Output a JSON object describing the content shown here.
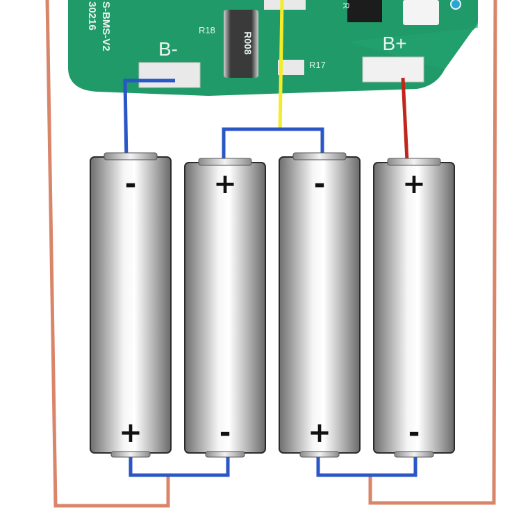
{
  "board": {
    "b_minus": "B-",
    "b_plus": "B+",
    "model": "S-BMS-V2",
    "code": "30216",
    "r18_label": "R18",
    "r17_label": "R17",
    "resistor_code": "R008",
    "r1_fragment": "R"
  },
  "cells": [
    {
      "top": "-",
      "bottom": "+"
    },
    {
      "top": "+",
      "bottom": "-"
    },
    {
      "top": "-",
      "bottom": "+"
    },
    {
      "top": "+",
      "bottom": "-"
    }
  ],
  "colors": {
    "pcb": "#1f9a68",
    "pad": "#e9e9e9",
    "wire_blue": "#2a56c6",
    "wire_yellow": "#f2ec2a",
    "wire_red": "#c0261c",
    "wire_copper": "#d9856a"
  }
}
